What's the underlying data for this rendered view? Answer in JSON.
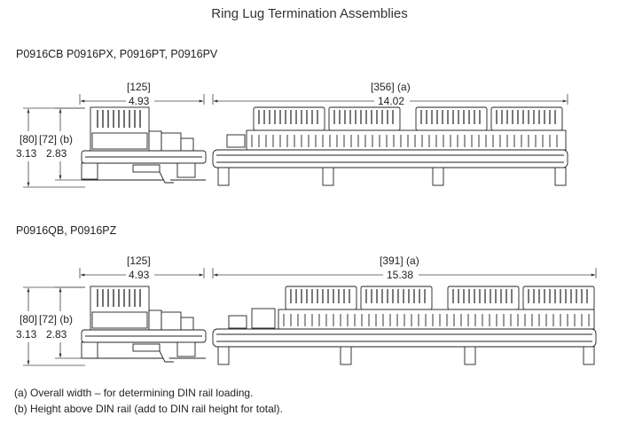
{
  "title": "Ring Lug Termination Assemblies",
  "sections": [
    {
      "models": "P0916CB P0916PX, P0916PT, P0916PV",
      "side_width_mm": "[125]",
      "side_width_in": "4.93",
      "overall_height_mm": "[80]",
      "overall_height_in": "3.13",
      "rail_height_mm": "[72] (b)",
      "rail_height_in": "2.83",
      "front_width_mm": "[356] (a)",
      "front_width_in": "14.02"
    },
    {
      "models": "P0916QB, P0916PZ",
      "side_width_mm": "[125]",
      "side_width_in": "4.93",
      "overall_height_mm": "[80]",
      "overall_height_in": "3.13",
      "rail_height_mm": "[72] (b)",
      "rail_height_in": "2.83",
      "front_width_mm": "[391] (a)",
      "front_width_in": "15.38"
    }
  ],
  "notes": [
    "(a) Overall width – for determining DIN rail loading.",
    "(b) Height above DIN rail (add to DIN rail height for total)."
  ]
}
